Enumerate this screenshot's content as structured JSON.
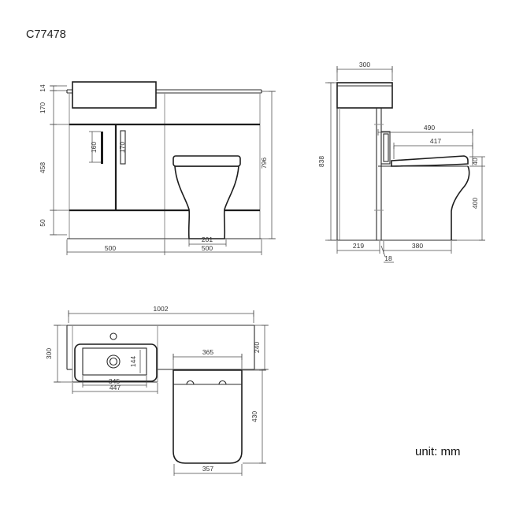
{
  "title": "C77478",
  "unit_label": "unit: mm",
  "front_view": {
    "dims": {
      "worktop_thickness": "14",
      "upper_section_height": "170",
      "door_height": "458",
      "plinth_height": "50",
      "left_handle": "160",
      "right_handle": "170",
      "toilet_base_width": "201",
      "vanity_width": "500",
      "wc_unit_width": "500",
      "total_height": "796"
    }
  },
  "side_view": {
    "dims": {
      "worktop_depth": "300",
      "total_height": "838",
      "seat_overall_depth": "490",
      "seat_depth": "417",
      "seat_thickness": "40",
      "pan_height": "400",
      "cabinet_depth": "219",
      "panel_thickness": "18",
      "pan_projection": "380"
    }
  },
  "plan_view": {
    "dims": {
      "total_width": "1002",
      "basin_section_depth": "300",
      "worktop_depth": "240",
      "bowl_width": "345",
      "basin_width": "447",
      "bowl_depth": "144",
      "seat_width": "365",
      "seat_front_width": "357",
      "seat_depth": "430"
    }
  }
}
